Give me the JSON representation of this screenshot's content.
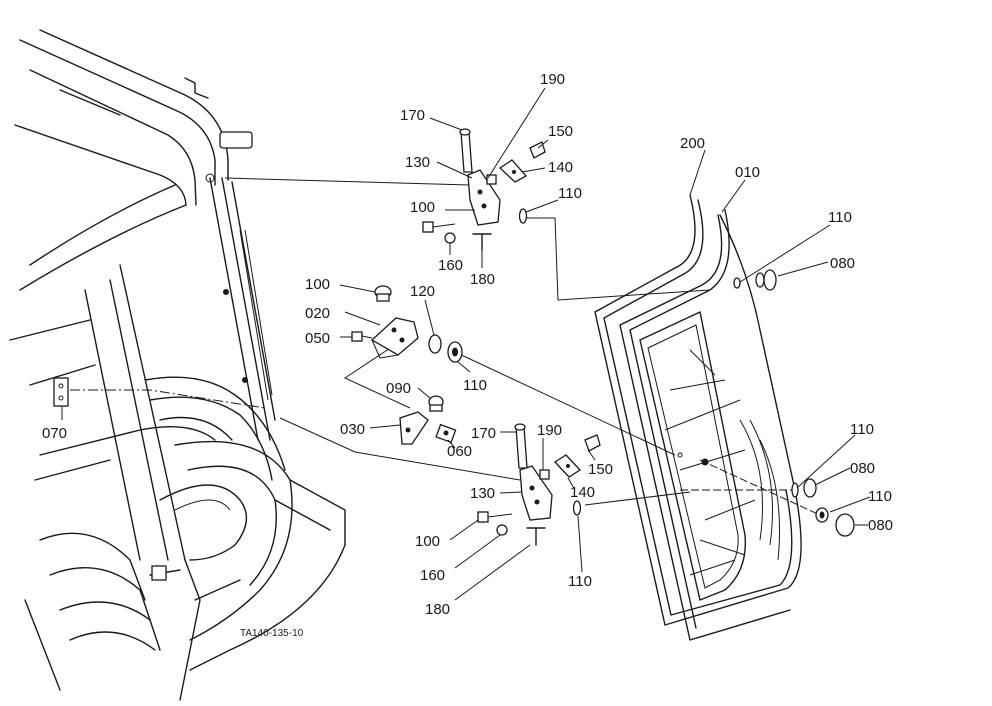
{
  "figure_code": "TA140-135-10",
  "callouts": [
    {
      "id": "c190a",
      "text": "190"
    },
    {
      "id": "c170a",
      "text": "170"
    },
    {
      "id": "c150a",
      "text": "150"
    },
    {
      "id": "c130a",
      "text": "130"
    },
    {
      "id": "c140a",
      "text": "140"
    },
    {
      "id": "c110a",
      "text": "110"
    },
    {
      "id": "c100a",
      "text": "100"
    },
    {
      "id": "c160a",
      "text": "160"
    },
    {
      "id": "c180a",
      "text": "180"
    },
    {
      "id": "c200",
      "text": "200"
    },
    {
      "id": "c010",
      "text": "010"
    },
    {
      "id": "c110b",
      "text": "110"
    },
    {
      "id": "c080a",
      "text": "080"
    },
    {
      "id": "c100b",
      "text": "100"
    },
    {
      "id": "c120",
      "text": "120"
    },
    {
      "id": "c020",
      "text": "020"
    },
    {
      "id": "c050",
      "text": "050"
    },
    {
      "id": "c110c",
      "text": "110"
    },
    {
      "id": "c090",
      "text": "090"
    },
    {
      "id": "c070",
      "text": "070"
    },
    {
      "id": "c030",
      "text": "030"
    },
    {
      "id": "c060",
      "text": "060"
    },
    {
      "id": "c170b",
      "text": "170"
    },
    {
      "id": "c190b",
      "text": "190"
    },
    {
      "id": "c150b",
      "text": "150"
    },
    {
      "id": "c130b",
      "text": "130"
    },
    {
      "id": "c140b",
      "text": "140"
    },
    {
      "id": "c110d",
      "text": "110"
    },
    {
      "id": "c080b",
      "text": "080"
    },
    {
      "id": "c110e",
      "text": "110"
    },
    {
      "id": "c080c",
      "text": "080"
    },
    {
      "id": "c100c",
      "text": "100"
    },
    {
      "id": "c160b",
      "text": "160"
    },
    {
      "id": "c110f",
      "text": "110"
    },
    {
      "id": "c180b",
      "text": "180"
    }
  ]
}
